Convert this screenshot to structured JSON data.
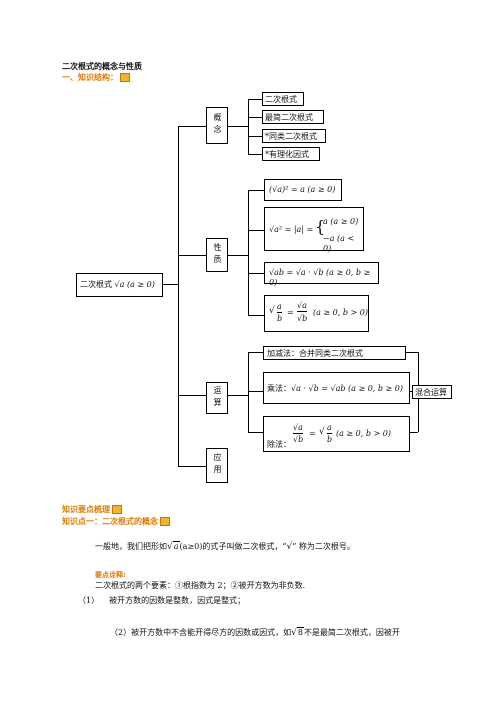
{
  "doc": {
    "title": "二次根式的概念与性质",
    "section1": "一、知识结构：",
    "root_label": "二次根式",
    "root_math": "√a (a ≥ 0)",
    "branch_concept": "概念",
    "branch_property": "性质",
    "branch_operation": "运算",
    "branch_application": "应用",
    "concept_items": [
      "二次根式",
      "最简二次根式",
      "*同类二次根式",
      "*有理化因式"
    ],
    "prop1": "(√a)² = a (a ≥ 0)",
    "prop2_lhs": "√a² = |a| =",
    "prop2_case1": "a (a ≥ 0)",
    "prop2_case2": "−a (a < 0)",
    "prop3": "√ab = √a · √b (a ≥ 0, b ≥ 0)",
    "prop4_num": "a",
    "prop4_den": "b",
    "prop4_rhs_num": "√a",
    "prop4_rhs_den": "√b",
    "prop4_cond": "(a ≥ 0, b > 0)",
    "op1": "加减法：合并同类二次根式",
    "op2_label": "乘法：",
    "op2_math": "√a · √b = √ab (a ≥ 0, b ≥ 0)",
    "op3_label": "除法：",
    "op3_cond": "(a ≥ 0, b > 0)",
    "mixed": "混合运算",
    "heading2": "知识要点梳理",
    "point1": "知识点一：二次根式的概念",
    "para1_a": "一般地，我们把形如",
    "para1_b": "(a≥0)的式子叫做二次根式，“",
    "para1_c": "” 称为二次根号。",
    "notes_title": "要点诠释:",
    "note_intro": "二次根式的两个要素：①根指数为 2；②被开方数为非负数.",
    "note1_num": "（1）",
    "note1": "被开方数的因数是整数，因式是整式；",
    "note2_a": "（2）被开方数中不含能开得尽方的因数或因式，如",
    "note2_math": "8",
    "note2_b": "不是最简二次根式，因被开"
  }
}
